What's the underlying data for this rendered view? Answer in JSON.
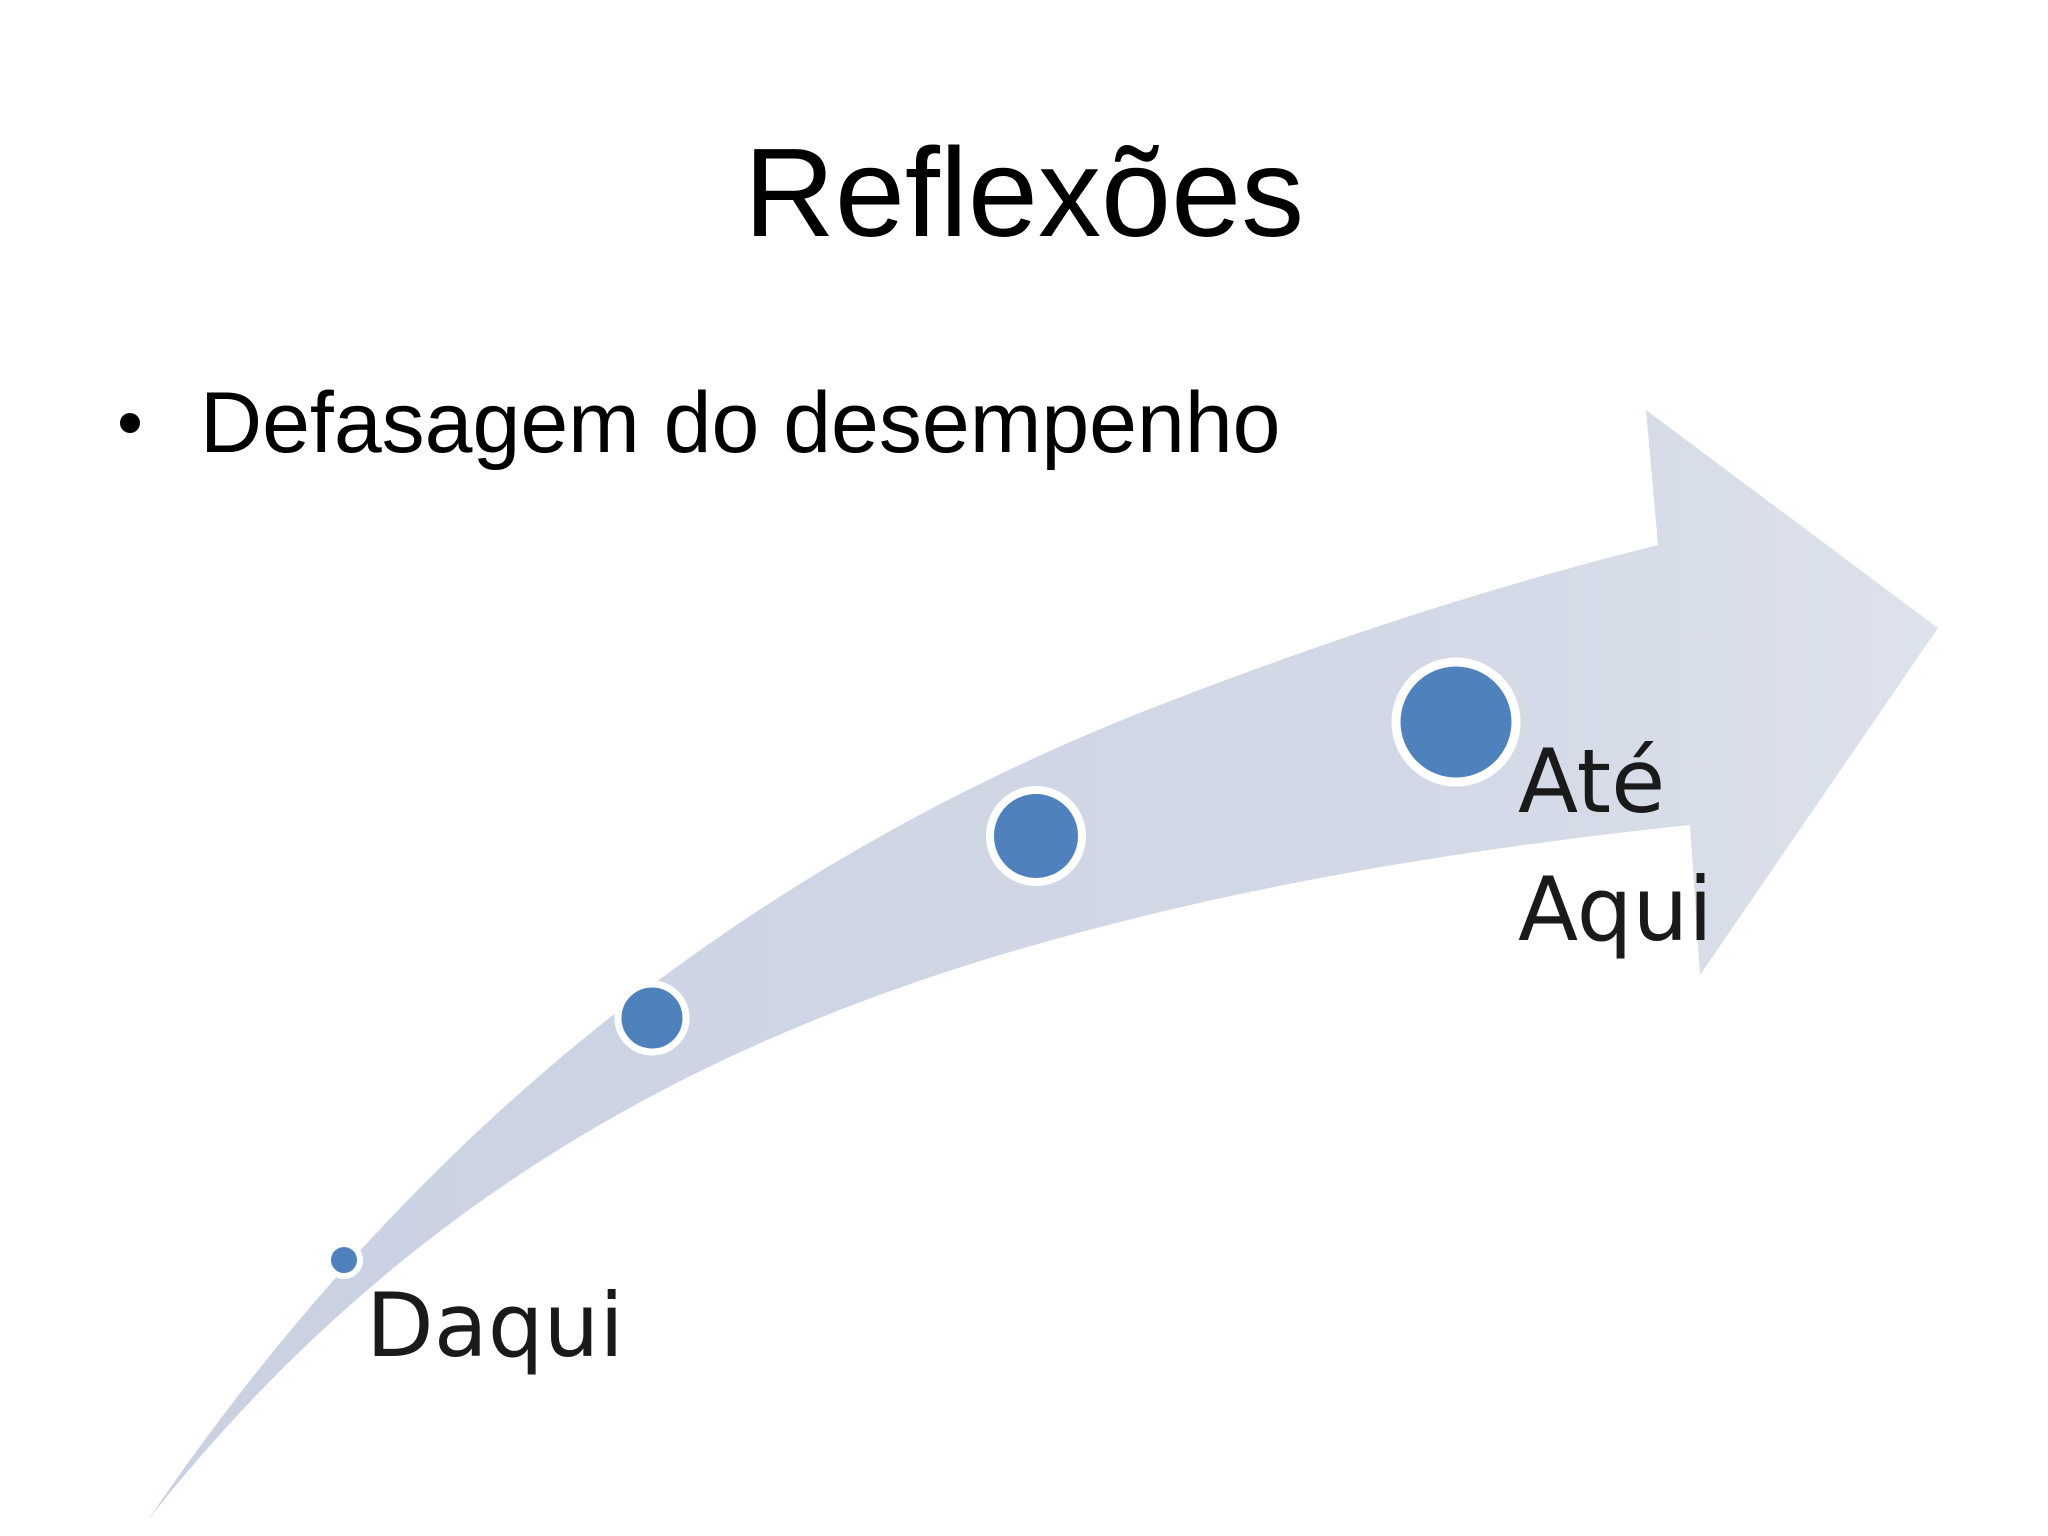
{
  "slide": {
    "title": "Reflexões",
    "bullets": [
      "Defasagem do desempenho"
    ]
  },
  "diagram": {
    "arrow_color": "#d3d9e6",
    "dot_color": "#4f81bd",
    "dot_border_color": "#ffffff",
    "start_label": "Daqui",
    "end_label_line1": "Até",
    "end_label_line2": "Aqui",
    "icons": [
      "curved-arrow",
      "circle-dot"
    ]
  }
}
